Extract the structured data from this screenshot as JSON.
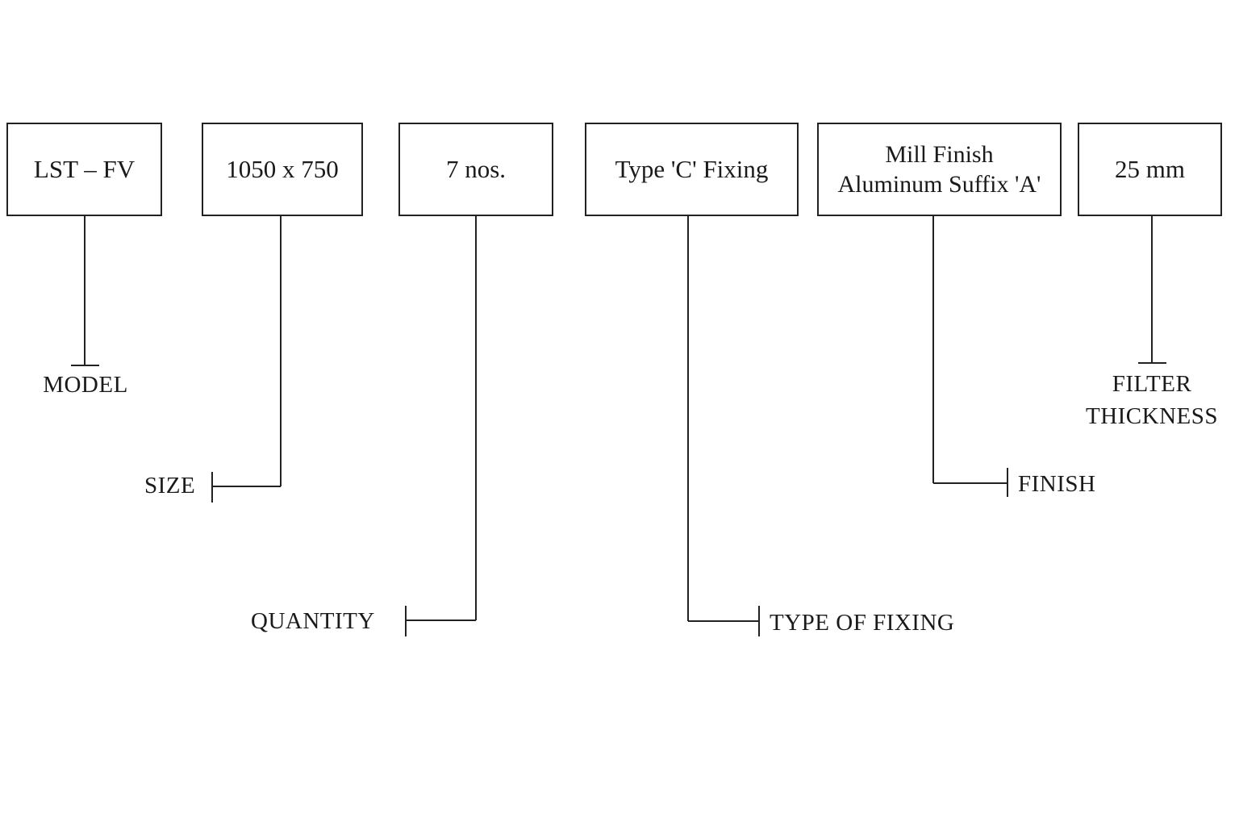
{
  "boxes": {
    "model": "LST – FV",
    "size": "1050 x 750",
    "quantity": "7 nos.",
    "fixing": "Type 'C' Fixing",
    "finish_line1": "Mill Finish",
    "finish_line2": "Aluminum Suffix 'A'",
    "thickness": "25 mm"
  },
  "labels": {
    "model": "MODEL",
    "size": "SIZE",
    "quantity": "QUANTITY",
    "fixing": "TYPE OF FIXING",
    "finish": "FINISH",
    "thickness_line1": "FILTER",
    "thickness_line2": "THICKNESS"
  }
}
